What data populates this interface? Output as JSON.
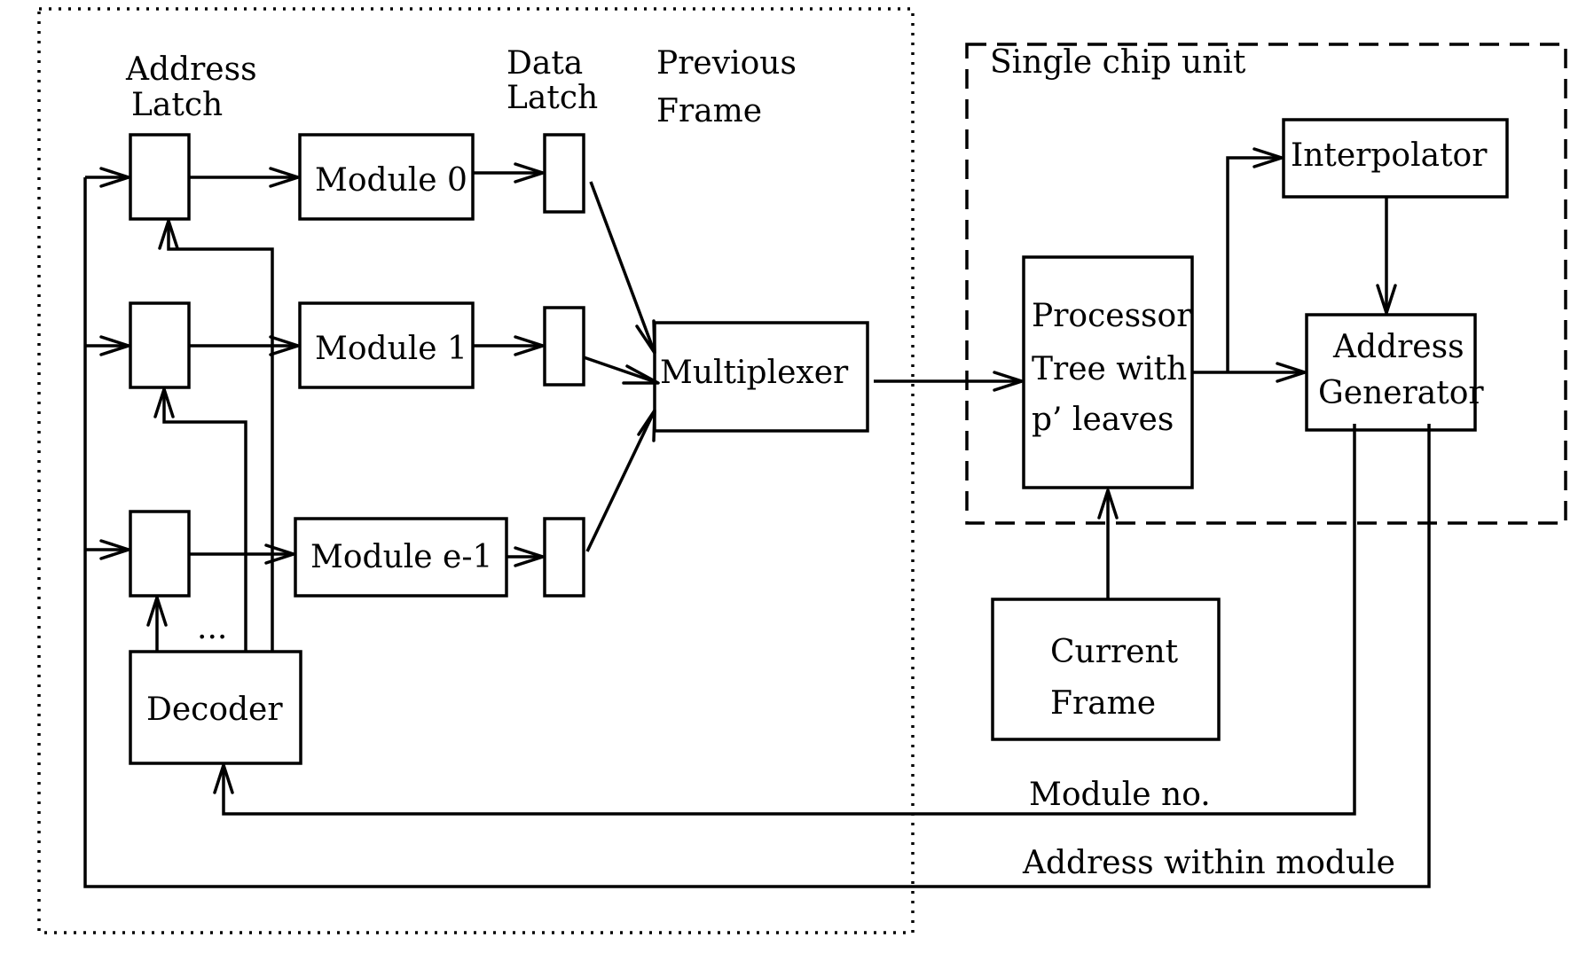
{
  "labels": {
    "address_latch_line1": "Address",
    "address_latch_line2": "Latch",
    "data_latch_line1": "Data",
    "data_latch_line2": "Latch",
    "previous_frame_line1": "Previous",
    "previous_frame_line2": "Frame",
    "single_chip_unit": "Single chip unit",
    "ellipsis": "..."
  },
  "modules": {
    "module0": "Module  0",
    "module1": "Module  1",
    "module_last": "Module e-1"
  },
  "decoder": "Decoder",
  "multiplexer": "Multiplexer",
  "processor": {
    "line1": "Processor",
    "line2": "Tree with",
    "line3": "p’ leaves"
  },
  "interpolator": "Interpolator",
  "address_generator": {
    "line1": "Address",
    "line2": "Generator"
  },
  "current_frame": {
    "line1": "Current",
    "line2": "Frame"
  },
  "signals": {
    "module_no": "Module no.",
    "address_within_module": "Address  within module"
  }
}
